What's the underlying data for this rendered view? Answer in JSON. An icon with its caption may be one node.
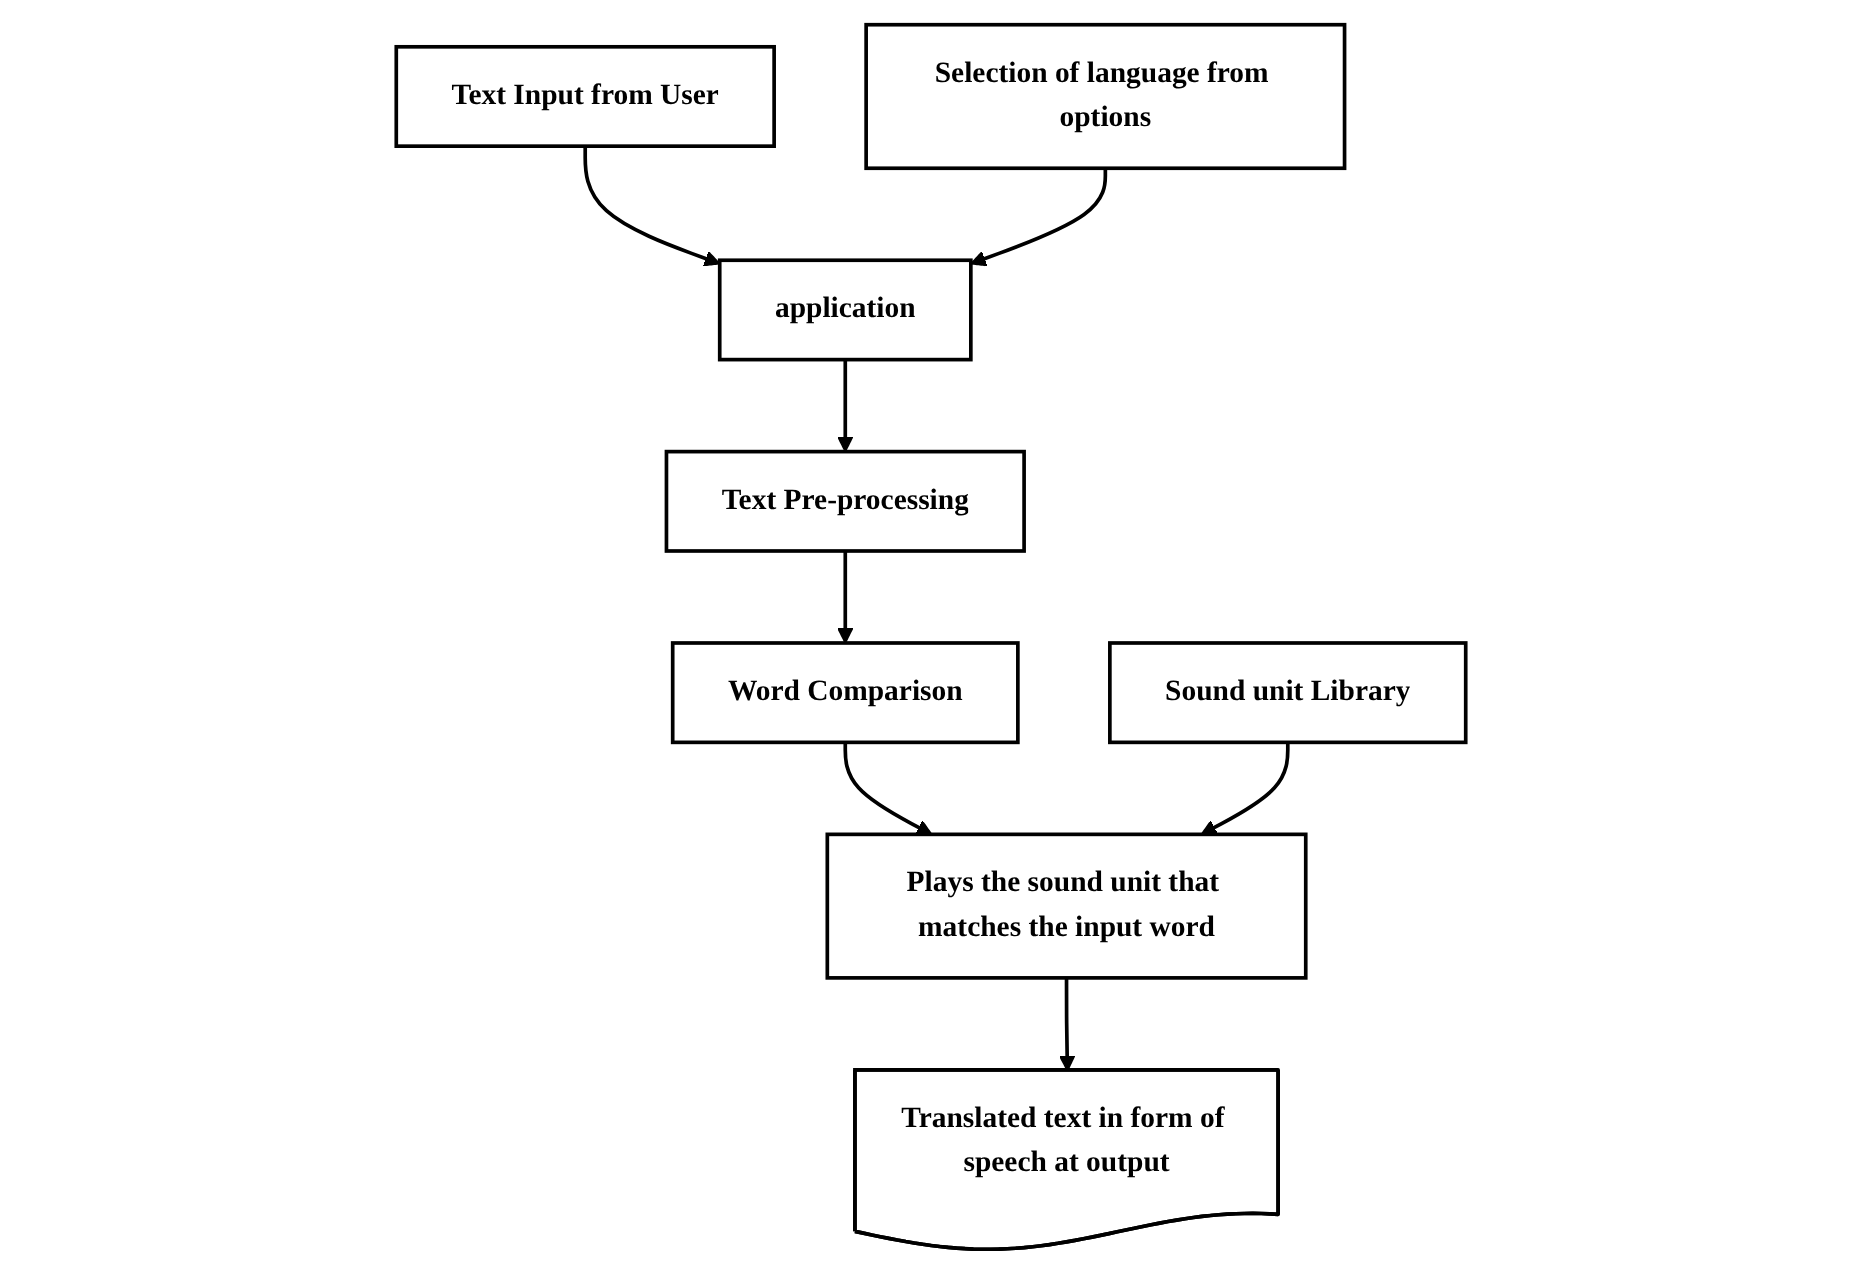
{
  "diagram": {
    "nodes": [
      {
        "text": [
          "application"
        ]
      },
      {
        "text": [
          "Text Input from User"
        ]
      },
      {
        "text": [
          "Selection of language from options"
        ]
      },
      {
        "text": [
          "Text Pre-processing"
        ]
      },
      {
        "text": [
          "Word Comparison"
        ]
      },
      {
        "text": [
          "Plays the sound unit that matches the input word"
        ]
      },
      {
        "text": [
          "Sound unit Library"
        ]
      },
      {
        "text": [
          "Translated text in form of speech at output"
        ]
      }
    ],
    "edges": [
      {
        "from": 1,
        "to": 0,
        "arrow": "to"
      },
      {
        "from": 2,
        "to": 0,
        "arrow": "to"
      },
      {
        "from": 0,
        "to": 3,
        "arrow": "to"
      },
      {
        "from": 3,
        "to": 4,
        "arrow": "to"
      },
      {
        "from": 4,
        "to": 5,
        "arrow": "to"
      },
      {
        "from": 6,
        "to": 5,
        "arrow": "to"
      },
      {
        "from": 5,
        "to": 7,
        "arrow": "to"
      }
    ]
  }
}
